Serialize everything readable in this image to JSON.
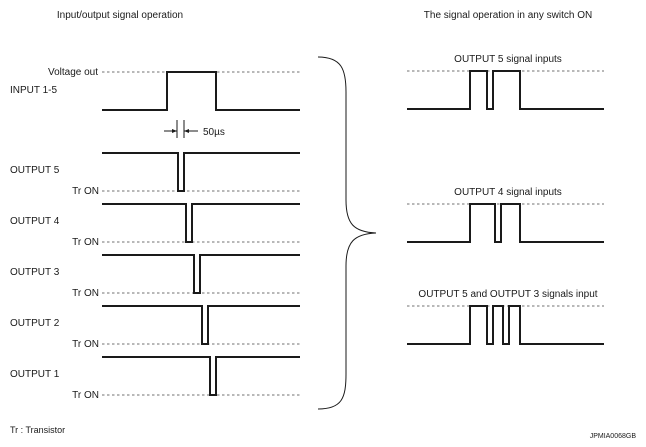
{
  "headings": {
    "left": "Input/output signal operation",
    "right": "The signal operation in any switch ON"
  },
  "left_panel": {
    "voltage_out": "Voltage out",
    "input": "INPUT 1-5",
    "pulse_width": "50µs",
    "tr_on": "Tr ON",
    "outputs": [
      "OUTPUT 5",
      "OUTPUT 4",
      "OUTPUT 3",
      "OUTPUT 2",
      "OUTPUT 1"
    ]
  },
  "right_panel": {
    "cases": [
      {
        "label": "OUTPUT 5 signal inputs",
        "dips": [
          1
        ]
      },
      {
        "label": "OUTPUT 4 signal inputs",
        "dips": [
          2
        ]
      },
      {
        "label": "OUTPUT 5 and OUTPUT 3 signals input",
        "dips": [
          1,
          3
        ]
      }
    ]
  },
  "footnote": "Tr : Transistor",
  "figure_code": "JPMIA0068GB"
}
